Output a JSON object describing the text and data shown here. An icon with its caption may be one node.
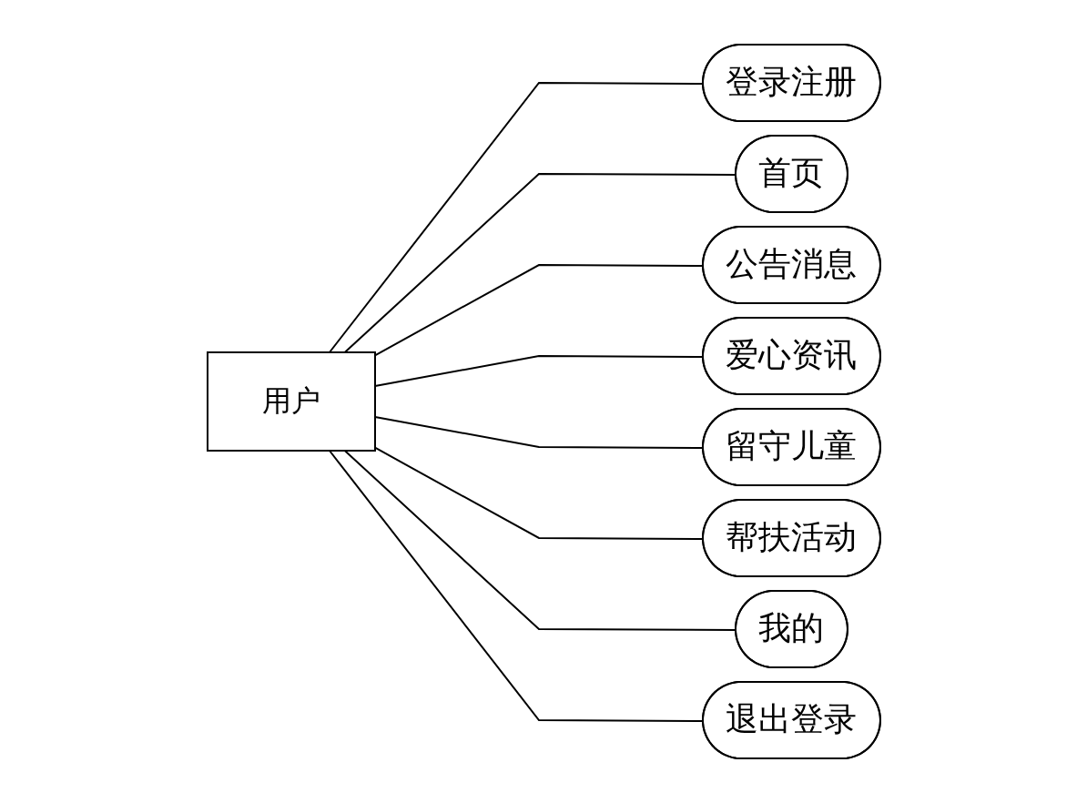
{
  "diagram": {
    "nodes": [
      {
        "text": [
          "用户"
        ]
      },
      {
        "text": [
          "登录注册"
        ]
      },
      {
        "text": [
          "首页"
        ]
      },
      {
        "text": [
          "公告消息"
        ]
      },
      {
        "text": [
          "爱心资讯"
        ]
      },
      {
        "text": [
          "留守儿童"
        ]
      },
      {
        "text": [
          "帮扶活动"
        ]
      },
      {
        "text": [
          "我的"
        ]
      },
      {
        "text": [
          "退出登录"
        ]
      }
    ],
    "edges": [
      {
        "from": 0,
        "to": 1,
        "arrow": "none"
      },
      {
        "from": 0,
        "to": 2,
        "arrow": "none"
      },
      {
        "from": 0,
        "to": 3,
        "arrow": "none"
      },
      {
        "from": 0,
        "to": 4,
        "arrow": "none"
      },
      {
        "from": 0,
        "to": 5,
        "arrow": "none"
      },
      {
        "from": 0,
        "to": 6,
        "arrow": "none"
      },
      {
        "from": 0,
        "to": 7,
        "arrow": "none"
      },
      {
        "from": 0,
        "to": 8,
        "arrow": "none"
      }
    ]
  }
}
